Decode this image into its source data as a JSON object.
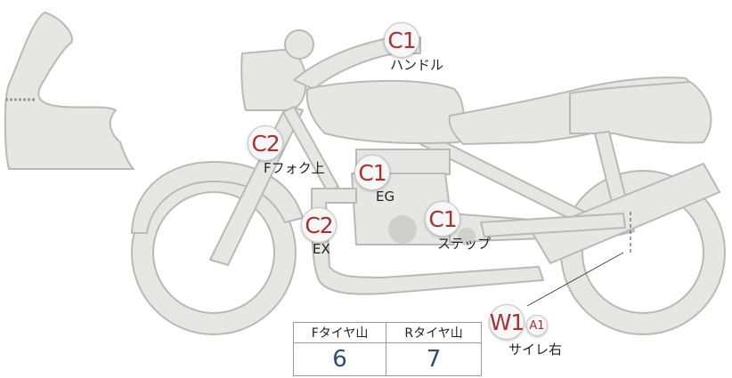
{
  "badges": {
    "handle": "C1",
    "ffork": "C2",
    "eg": "C1",
    "ex": "C2",
    "step": "C1",
    "side_main": "W1",
    "side_sub": "A1"
  },
  "labels": {
    "handle": "ハンドル",
    "ffork": "Fフォク上",
    "eg": "EG",
    "ex": "EX",
    "step": "ステップ",
    "side": "サイレ右"
  },
  "tire_table": {
    "headers": [
      "Fタイヤ山",
      "Rタイヤ山"
    ],
    "values": [
      "6",
      "7"
    ]
  },
  "colors": {
    "badge_text": "#a83232",
    "value_text": "#2e4a7a",
    "body_fill": "#e6e6e4",
    "outline": "#b9b9b6"
  }
}
